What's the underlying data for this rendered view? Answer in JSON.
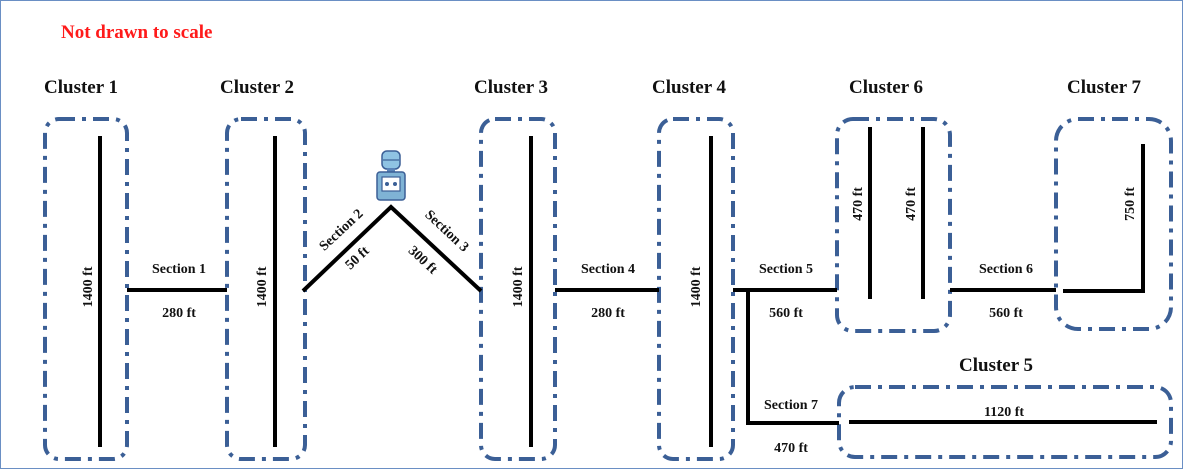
{
  "note": "Not drawn to scale",
  "clusters": [
    {
      "id": "1",
      "title": "Cluster 1",
      "lengths": [
        "1400 ft"
      ]
    },
    {
      "id": "2",
      "title": "Cluster 2",
      "lengths": [
        "1400 ft"
      ]
    },
    {
      "id": "3",
      "title": "Cluster 3",
      "lengths": [
        "1400 ft"
      ]
    },
    {
      "id": "4",
      "title": "Cluster 4",
      "lengths": [
        "1400 ft"
      ]
    },
    {
      "id": "5",
      "title": "Cluster 5",
      "lengths": [
        "1120 ft"
      ]
    },
    {
      "id": "6",
      "title": "Cluster 6",
      "lengths": [
        "470 ft",
        "470 ft"
      ]
    },
    {
      "id": "7",
      "title": "Cluster 7",
      "lengths": [
        "750 ft"
      ]
    }
  ],
  "sections": [
    {
      "id": "1",
      "name": "Section 1",
      "length": "280 ft"
    },
    {
      "id": "2",
      "name": "Section 2",
      "length": "50 ft"
    },
    {
      "id": "3",
      "name": "Section 3",
      "length": "300 ft"
    },
    {
      "id": "4",
      "name": "Section 4",
      "length": "280 ft"
    },
    {
      "id": "5",
      "name": "Section 5",
      "length": "560 ft"
    },
    {
      "id": "6",
      "name": "Section 6",
      "length": "560 ft"
    },
    {
      "id": "7",
      "name": "Section 7",
      "length": "470 ft"
    }
  ],
  "icons": {
    "source": "water-dispenser-icon"
  },
  "colors": {
    "note": "#ff1a1a",
    "cluster_border": "#3b5f96",
    "pipe": "#000000",
    "frame_border": "#6a8fc4",
    "dispenser_body": "#7fb3d5"
  }
}
